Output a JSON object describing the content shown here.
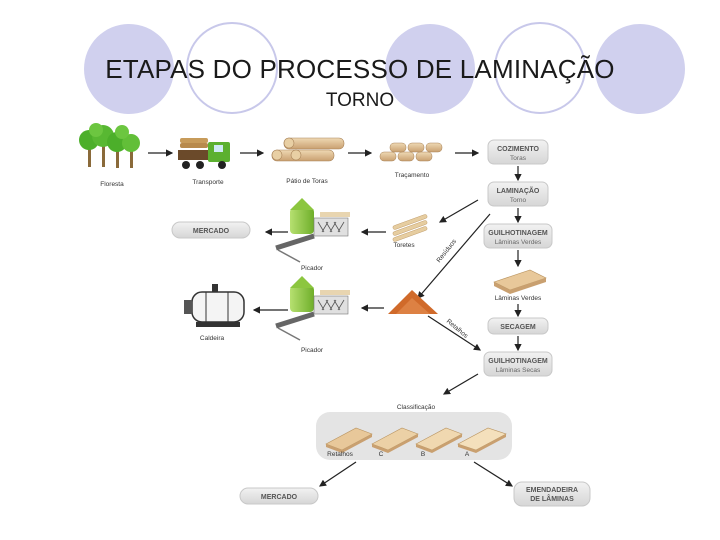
{
  "slide": {
    "title": "ETAPAS DO PROCESSO DE LAMINAÇÃO",
    "subtitle": "TORNO"
  },
  "diagram": {
    "top_row": {
      "floresta": "Floresta",
      "transporte": "Transporte",
      "patio": "Pátio de Toras",
      "tracamento": "Traçamento"
    },
    "right_column": {
      "cozimento": "COZIMENTO",
      "cozimento_sub": "Toras",
      "laminacao": "LAMINAÇÃO",
      "laminacao_sub": "Torno",
      "guilhotinagem_verdes": "GUILHOTINAGEM",
      "guilhotinagem_verdes_sub": "Lâminas Verdes",
      "laminas_verdes": "Lâminas Verdes",
      "secagem": "SECAGEM",
      "guilhotinagem_secas": "GUILHOTINAGEM",
      "guilhotinagem_secas_sub": "Lâminas Secas"
    },
    "residues": {
      "mercado": "MERCADO",
      "toretes": "Toretes",
      "residuos": "Resíduos",
      "picador_1": "Picador",
      "caldeira": "Caldeira",
      "picador_2": "Picador",
      "retalhos": "Retalhos"
    },
    "classification": {
      "label": "Classificação",
      "grades": [
        "Retalhos",
        "C",
        "B",
        "A"
      ],
      "mercado": "MERCADO",
      "emendadeira_line1": "EMENDADEIRA",
      "emendadeira_line2": "DE LÂMINAS"
    }
  },
  "colors": {
    "decor_circle": "#d0d0ee",
    "box_fill": "#e4e4e4",
    "wood": "#dcb98a",
    "machine_green": "#8cc63f",
    "truck_green": "#5cb030",
    "sawdust": "#d06a2a",
    "tree_green": "#4caf2a"
  },
  "icons": [
    "tree-icon",
    "truck-icon",
    "log-pile-icon",
    "chipper-icon",
    "boiler-icon",
    "veneer-stack-icon",
    "arrow-icon"
  ]
}
